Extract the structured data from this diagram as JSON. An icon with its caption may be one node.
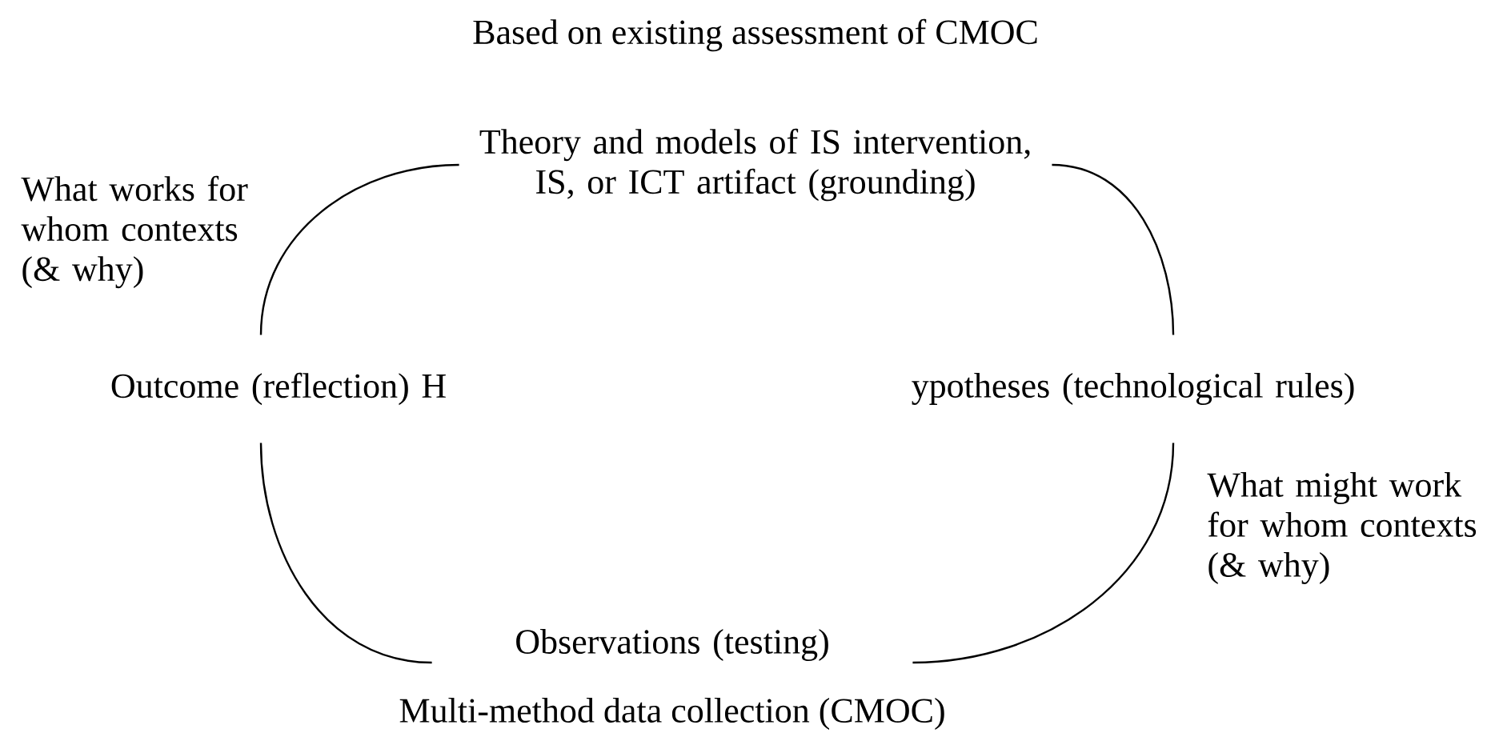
{
  "diagram": {
    "nodes": [
      {
        "text": [
          "Theory and models of IS intervention, IS, or ICT artifact (grounding)"
        ],
        "beside": [
          "Based on existing assessment of CMOC"
        ]
      },
      {
        "text": [
          "ypotheses (technological rules)"
        ]
      },
      {
        "text": [
          "Observations (testing)"
        ],
        "beside": [
          "Multi-method data collection (CMOC)"
        ]
      },
      {
        "text": [
          "Outcome (reflection) H"
        ]
      }
    ],
    "edges": [
      {
        "from": 0,
        "to": 1,
        "arrow": "none"
      },
      {
        "from": 1,
        "to": 2,
        "arrow": "none",
        "label": "What might work for whom contexts (& why)"
      },
      {
        "from": 2,
        "to": 3,
        "arrow": "none"
      },
      {
        "from": 3,
        "to": 0,
        "arrow": "none",
        "label": "What works for whom contexts (& why)"
      }
    ]
  }
}
